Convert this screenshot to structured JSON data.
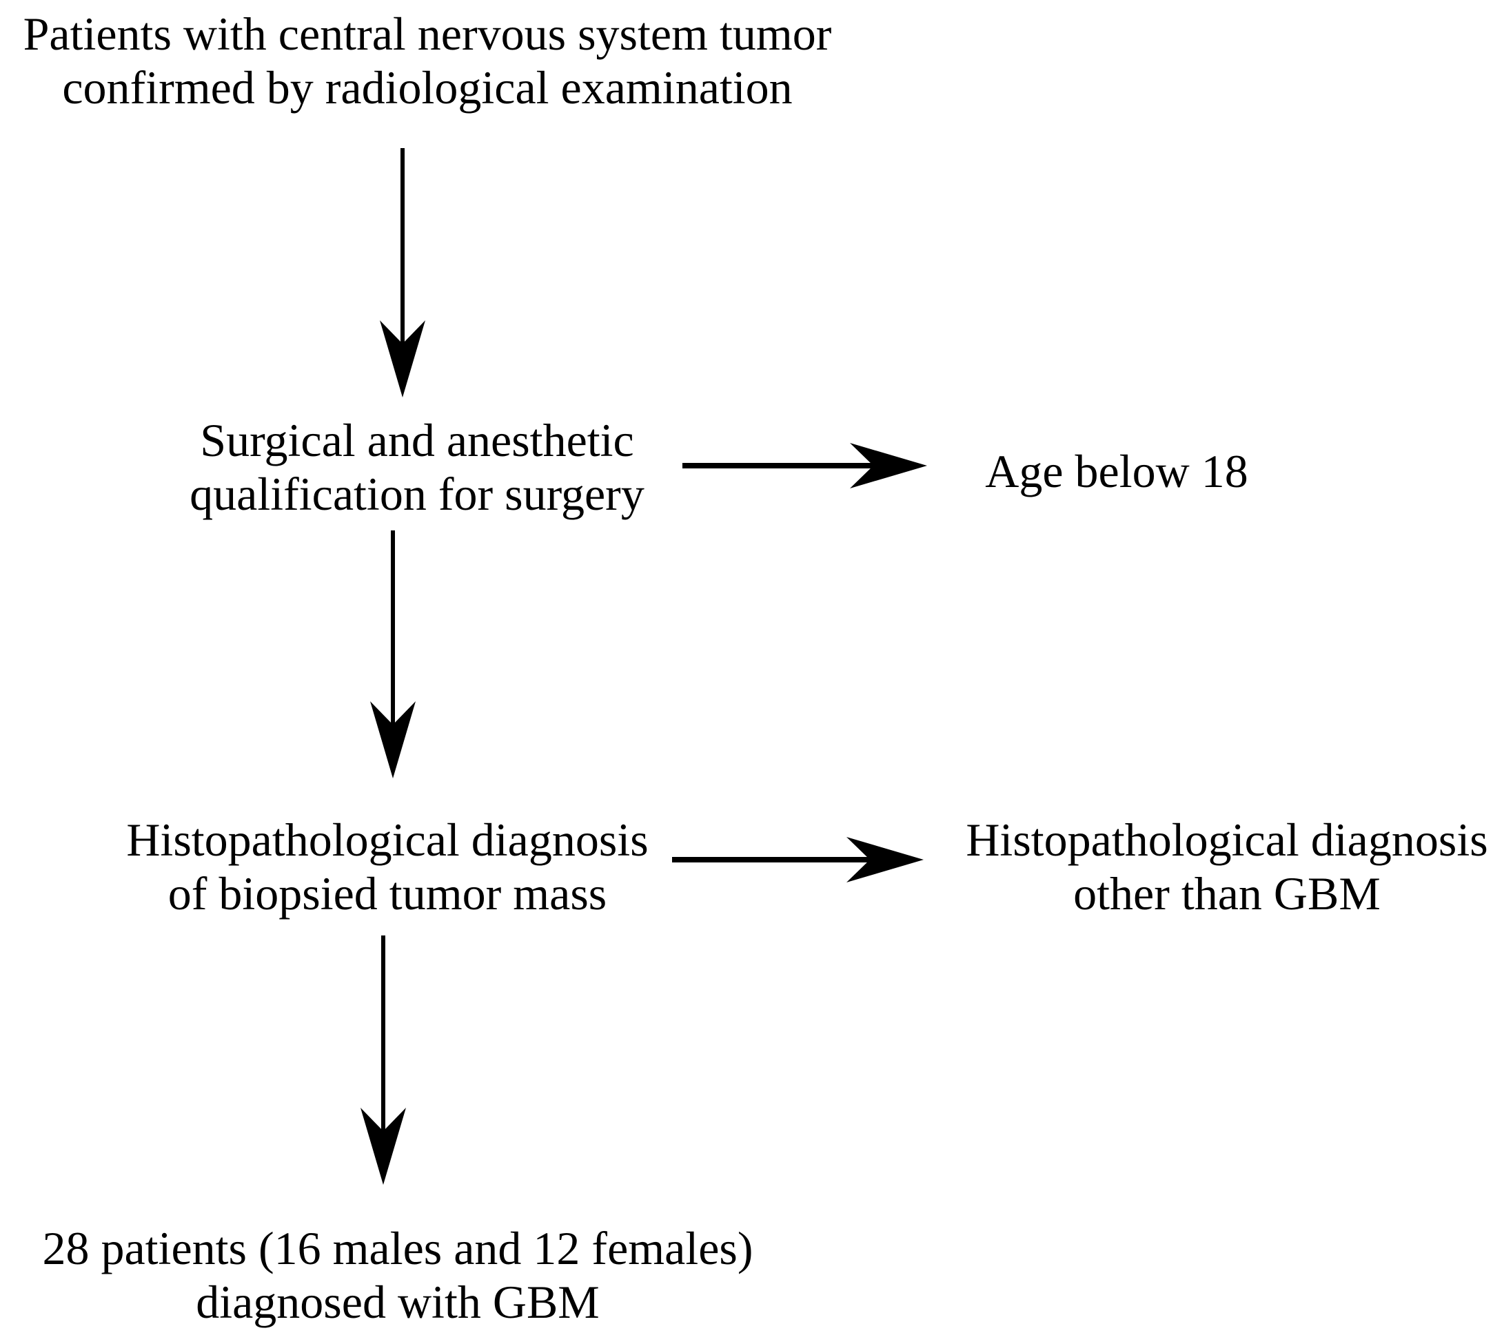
{
  "flowchart": {
    "colors": {
      "background": "#ffffff",
      "text": "#000000",
      "arrow": "#000000"
    },
    "main_nodes": [
      {
        "line1": "Patients with central nervous system tumor",
        "line2": "confirmed by radiological examination"
      },
      {
        "line1": "Surgical and anesthetic",
        "line2": "qualification for surgery"
      },
      {
        "line1": "Histopathological diagnosis",
        "line2": "of biopsied tumor mass"
      },
      {
        "line1": "28 patients (16 males and 12 females)",
        "line2": "diagnosed with GBM"
      }
    ],
    "exclusion_nodes": [
      {
        "line1": "Age below 18"
      },
      {
        "line1": "Histopathological diagnosis",
        "line2": "other than GBM"
      }
    ]
  }
}
